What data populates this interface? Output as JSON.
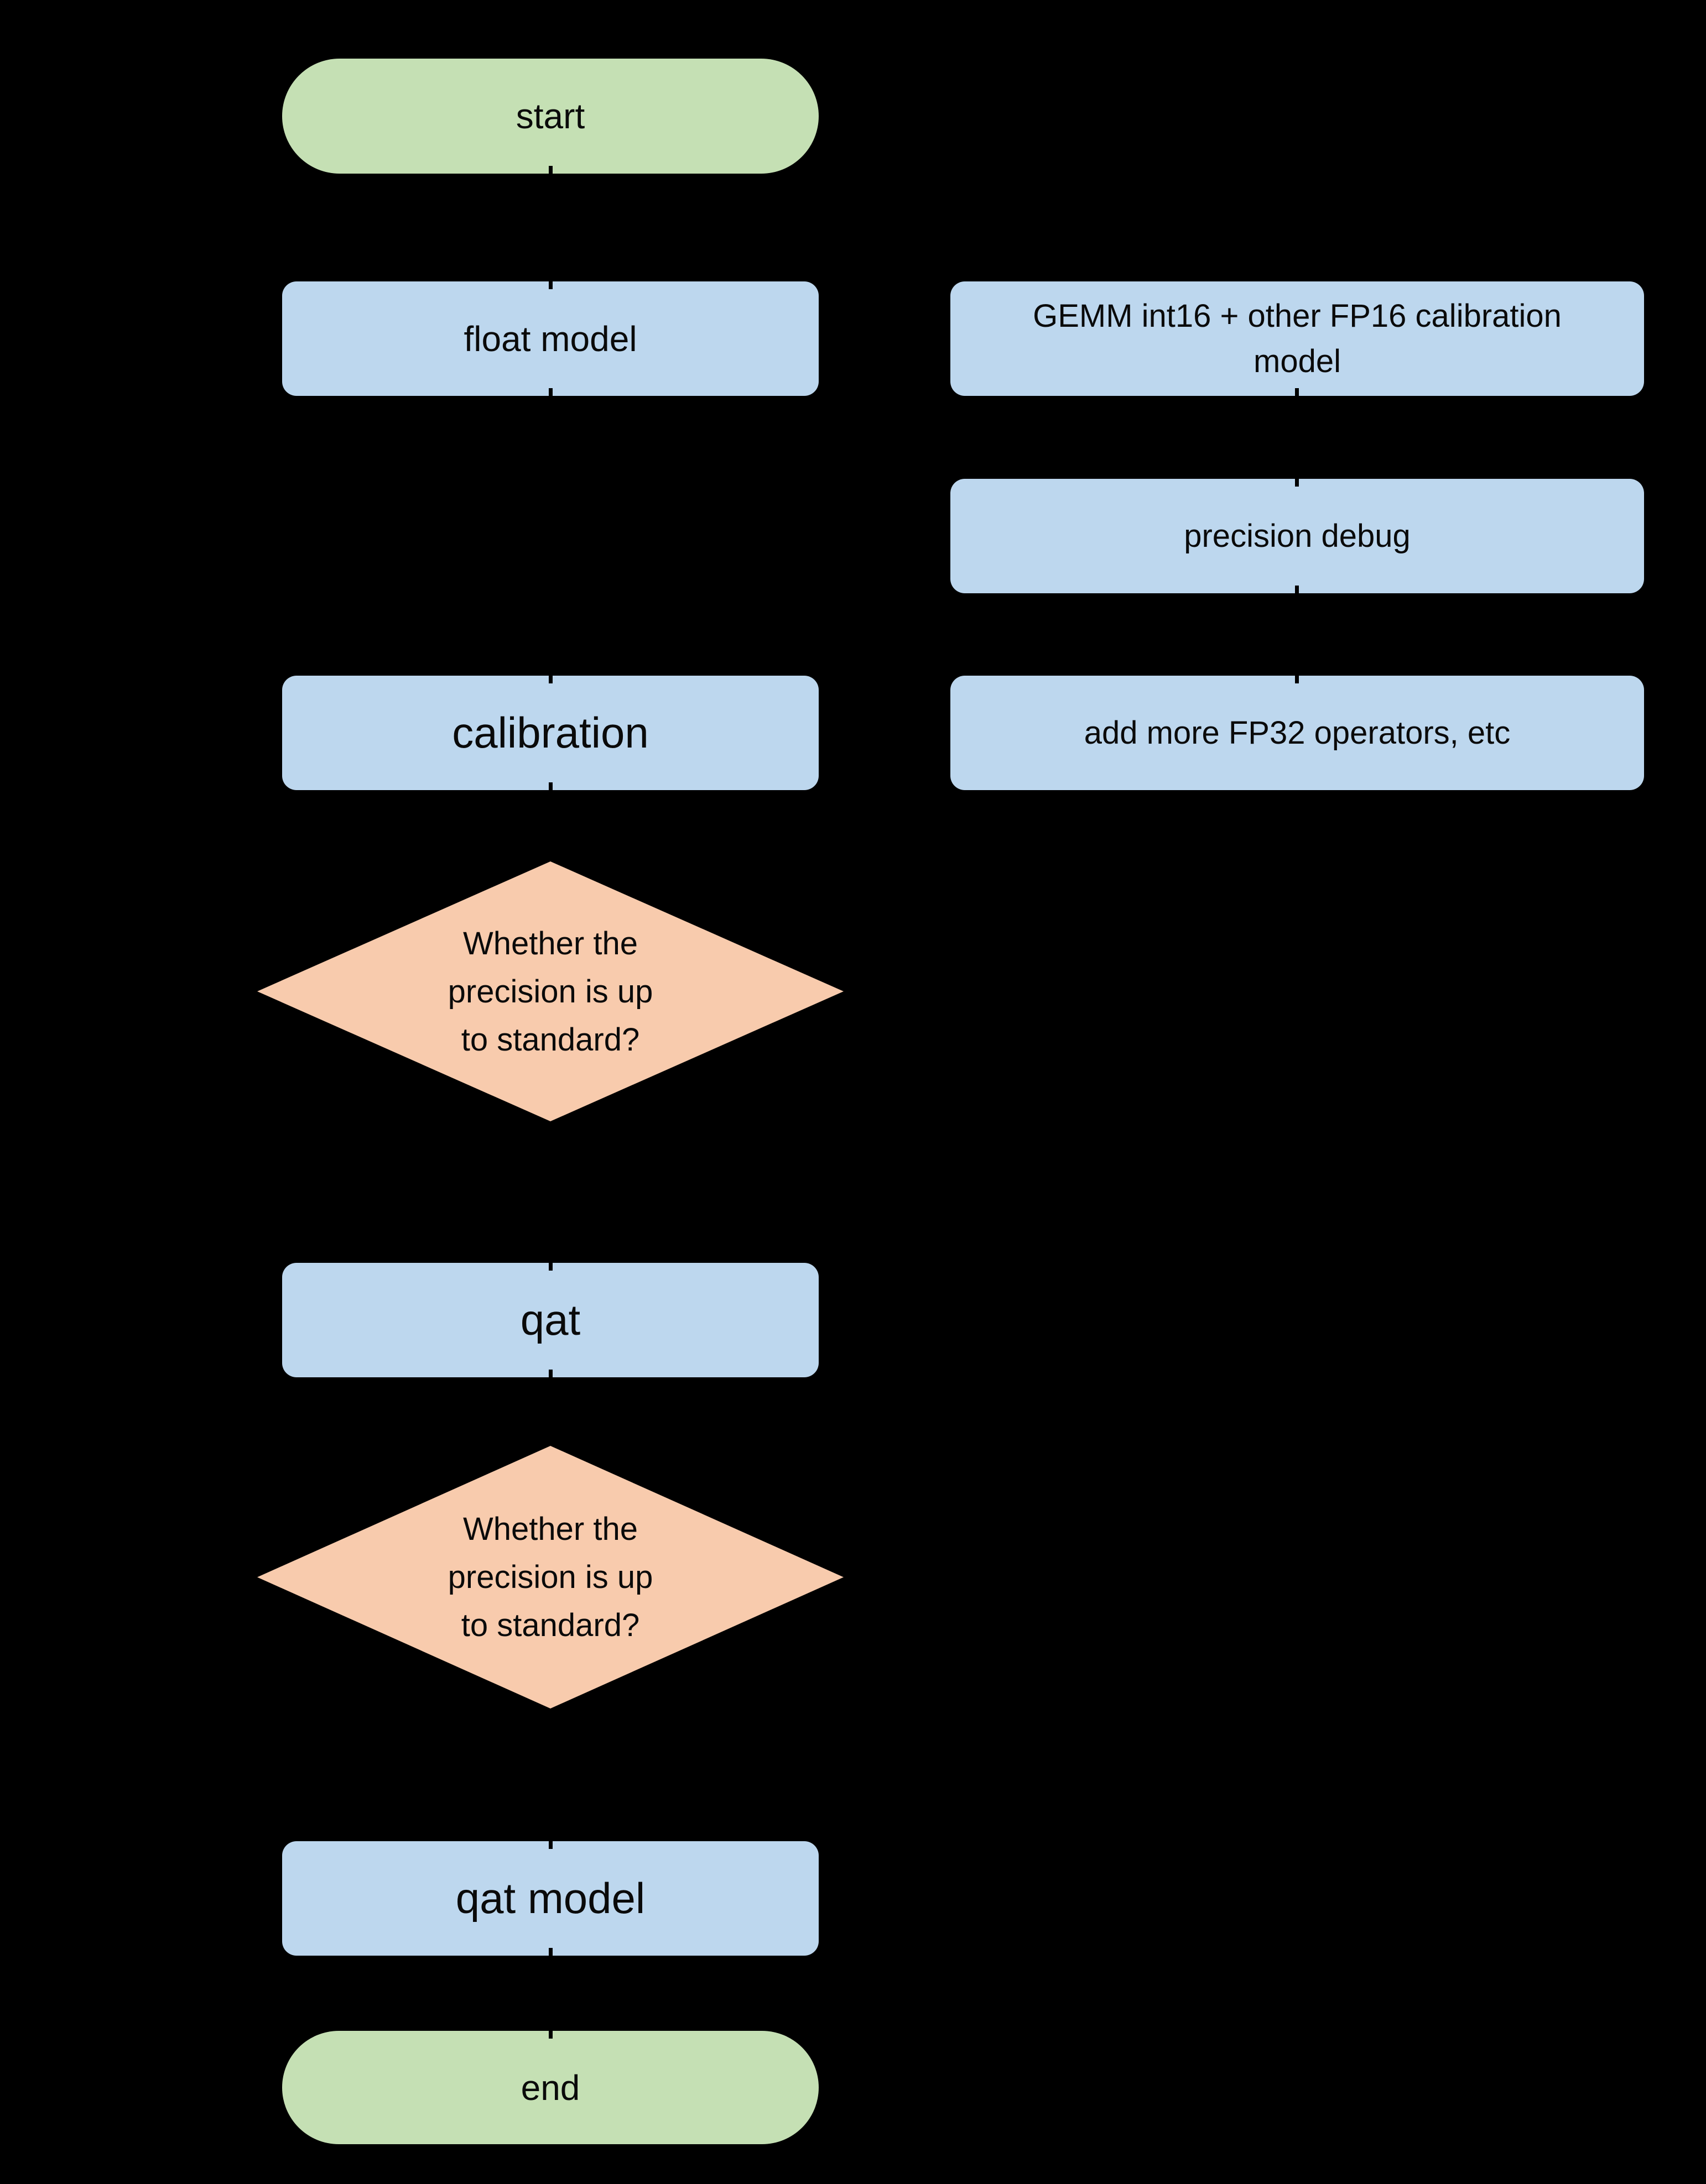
{
  "flowchart": {
    "background": "#000000",
    "colors": {
      "terminal": "#C5E0B4",
      "process": "#BDD7EE",
      "decision": "#F8CBAD",
      "text": "#0a0a0a"
    },
    "nodes": {
      "start": {
        "type": "terminal",
        "label": "start"
      },
      "float_model": {
        "type": "process",
        "label": "float model"
      },
      "gemm_calibration": {
        "type": "process",
        "label": "GEMM int16 + other FP16 calibration model"
      },
      "precision_debug": {
        "type": "process",
        "label": "precision debug"
      },
      "calibration": {
        "type": "process",
        "label": "calibration"
      },
      "add_fp32": {
        "type": "process",
        "label": "add more FP32 operators, etc"
      },
      "decision_1": {
        "type": "decision",
        "label": "Whether the precision is up to standard?"
      },
      "qat": {
        "type": "process",
        "label": "qat"
      },
      "decision_2": {
        "type": "decision",
        "label": "Whether the precision is up to standard?"
      },
      "qat_model": {
        "type": "process",
        "label": "qat model"
      },
      "end": {
        "type": "terminal",
        "label": "end"
      }
    }
  }
}
